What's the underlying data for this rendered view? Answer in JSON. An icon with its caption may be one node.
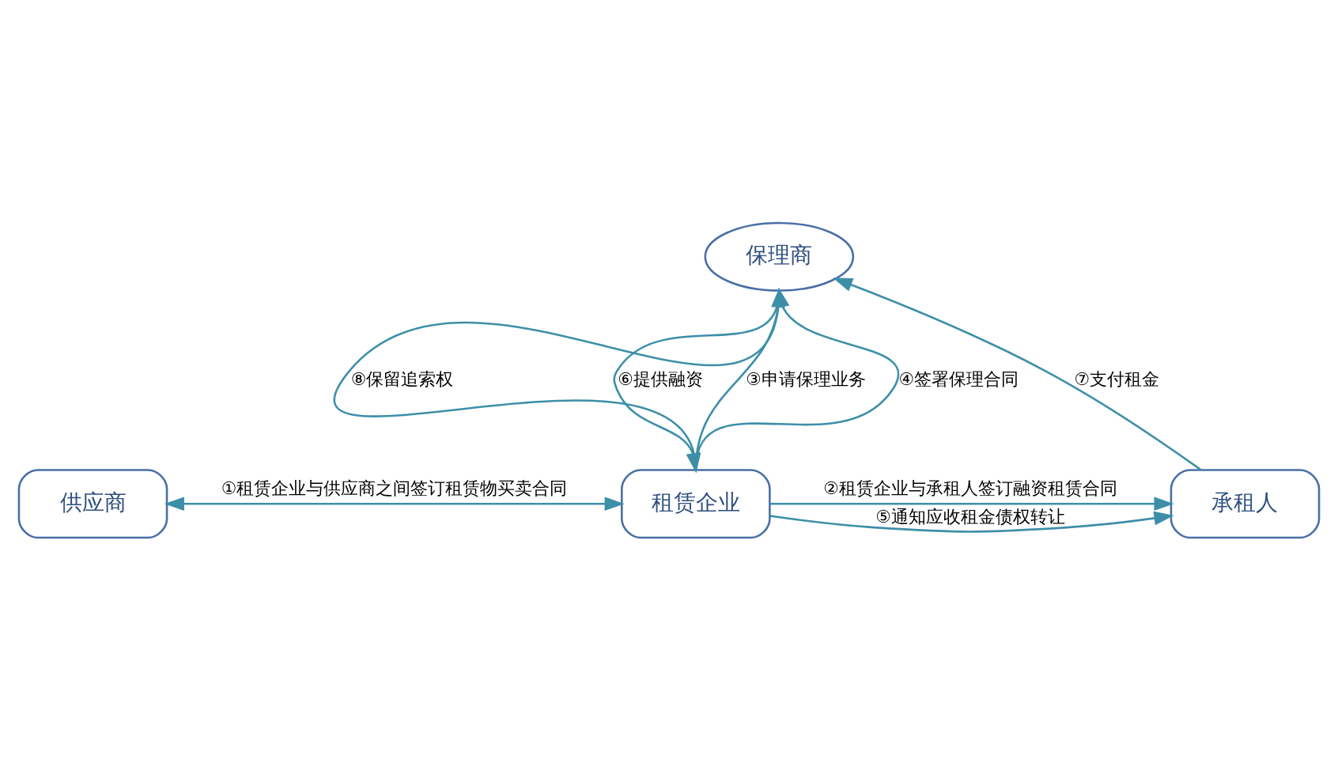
{
  "diagram": {
    "nodes": [
      {
        "text": [
          "保理商"
        ]
      },
      {
        "text": [
          "供应商"
        ]
      },
      {
        "text": [
          "租赁企业"
        ]
      },
      {
        "text": [
          "承租人"
        ]
      }
    ],
    "edges": [
      {
        "from": 1,
        "to": 2,
        "arrow": "both",
        "label": "①租赁企业与供应商之间签订租赁物买卖合同"
      },
      {
        "from": 2,
        "to": 3,
        "arrow": "to",
        "label": "②租赁企业与承租人签订融资租赁合同"
      },
      {
        "from": 0,
        "to": 2,
        "arrow": "to",
        "label": "⑧保留追索权"
      },
      {
        "from": 2,
        "to": 0,
        "arrow": "to",
        "label": "③申请保理业务"
      },
      {
        "from": 2,
        "to": 0,
        "arrow": "to",
        "label": "④签署保理合同"
      },
      {
        "from": 0,
        "to": 2,
        "arrow": "to",
        "label": "⑥提供融资"
      },
      {
        "from": 2,
        "to": 3,
        "arrow": "to",
        "label": "⑤通知应收租金债权转让"
      },
      {
        "from": 3,
        "to": 0,
        "arrow": "to",
        "label": "⑦支付租金"
      }
    ]
  }
}
